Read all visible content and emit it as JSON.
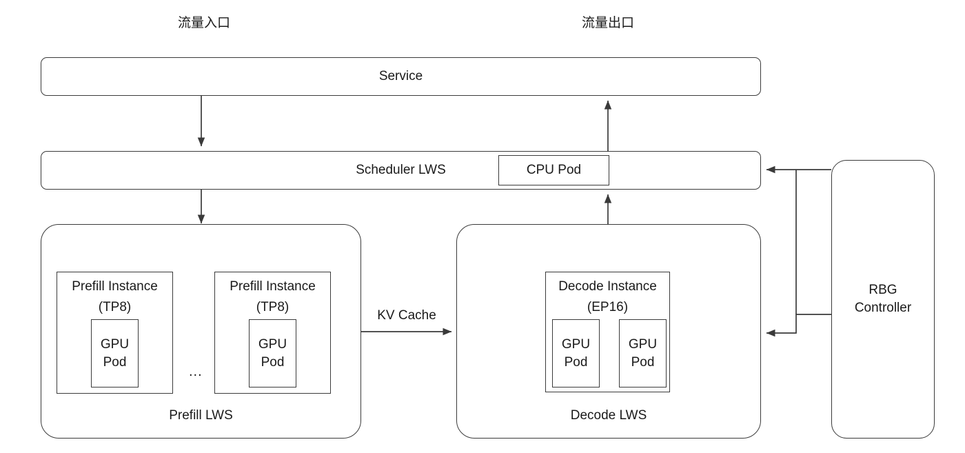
{
  "diagram": {
    "title_inlet": "流量入口",
    "title_outlet": "流量出口",
    "service": {
      "label": "Service"
    },
    "scheduler": {
      "label": "Scheduler LWS",
      "cpu_pod": "CPU Pod"
    },
    "prefill_lws": {
      "label": "Prefill LWS",
      "ellipsis": "...",
      "instances": [
        {
          "title": "Prefill Instance",
          "parallelism": "(TP8)",
          "pods": [
            {
              "label": "GPU\nPod"
            }
          ]
        },
        {
          "title": "Prefill Instance",
          "parallelism": "(TP8)",
          "pods": [
            {
              "label": "GPU\nPod"
            }
          ]
        }
      ]
    },
    "decode_lws": {
      "label": "Decode LWS",
      "instances": [
        {
          "title": "Decode Instance",
          "parallelism": "(EP16)",
          "pods": [
            {
              "label": "GPU\nPod"
            },
            {
              "label": "GPU\nPod"
            }
          ]
        }
      ]
    },
    "controller": {
      "label": "RBG\nController"
    },
    "edges": [
      {
        "name": "service-to-scheduler",
        "label": ""
      },
      {
        "name": "scheduler-to-prefill",
        "label": ""
      },
      {
        "name": "prefill-to-decode",
        "label": "KV Cache"
      },
      {
        "name": "decode-to-scheduler",
        "label": ""
      },
      {
        "name": "scheduler-to-service",
        "label": ""
      },
      {
        "name": "controller-to-scheduler",
        "label": ""
      },
      {
        "name": "controller-to-decode",
        "label": ""
      }
    ],
    "kv_cache_label": "KV Cache",
    "colors": {
      "stroke": "#3a3a3a",
      "text": "#1a1a1a",
      "background": "#ffffff"
    }
  }
}
